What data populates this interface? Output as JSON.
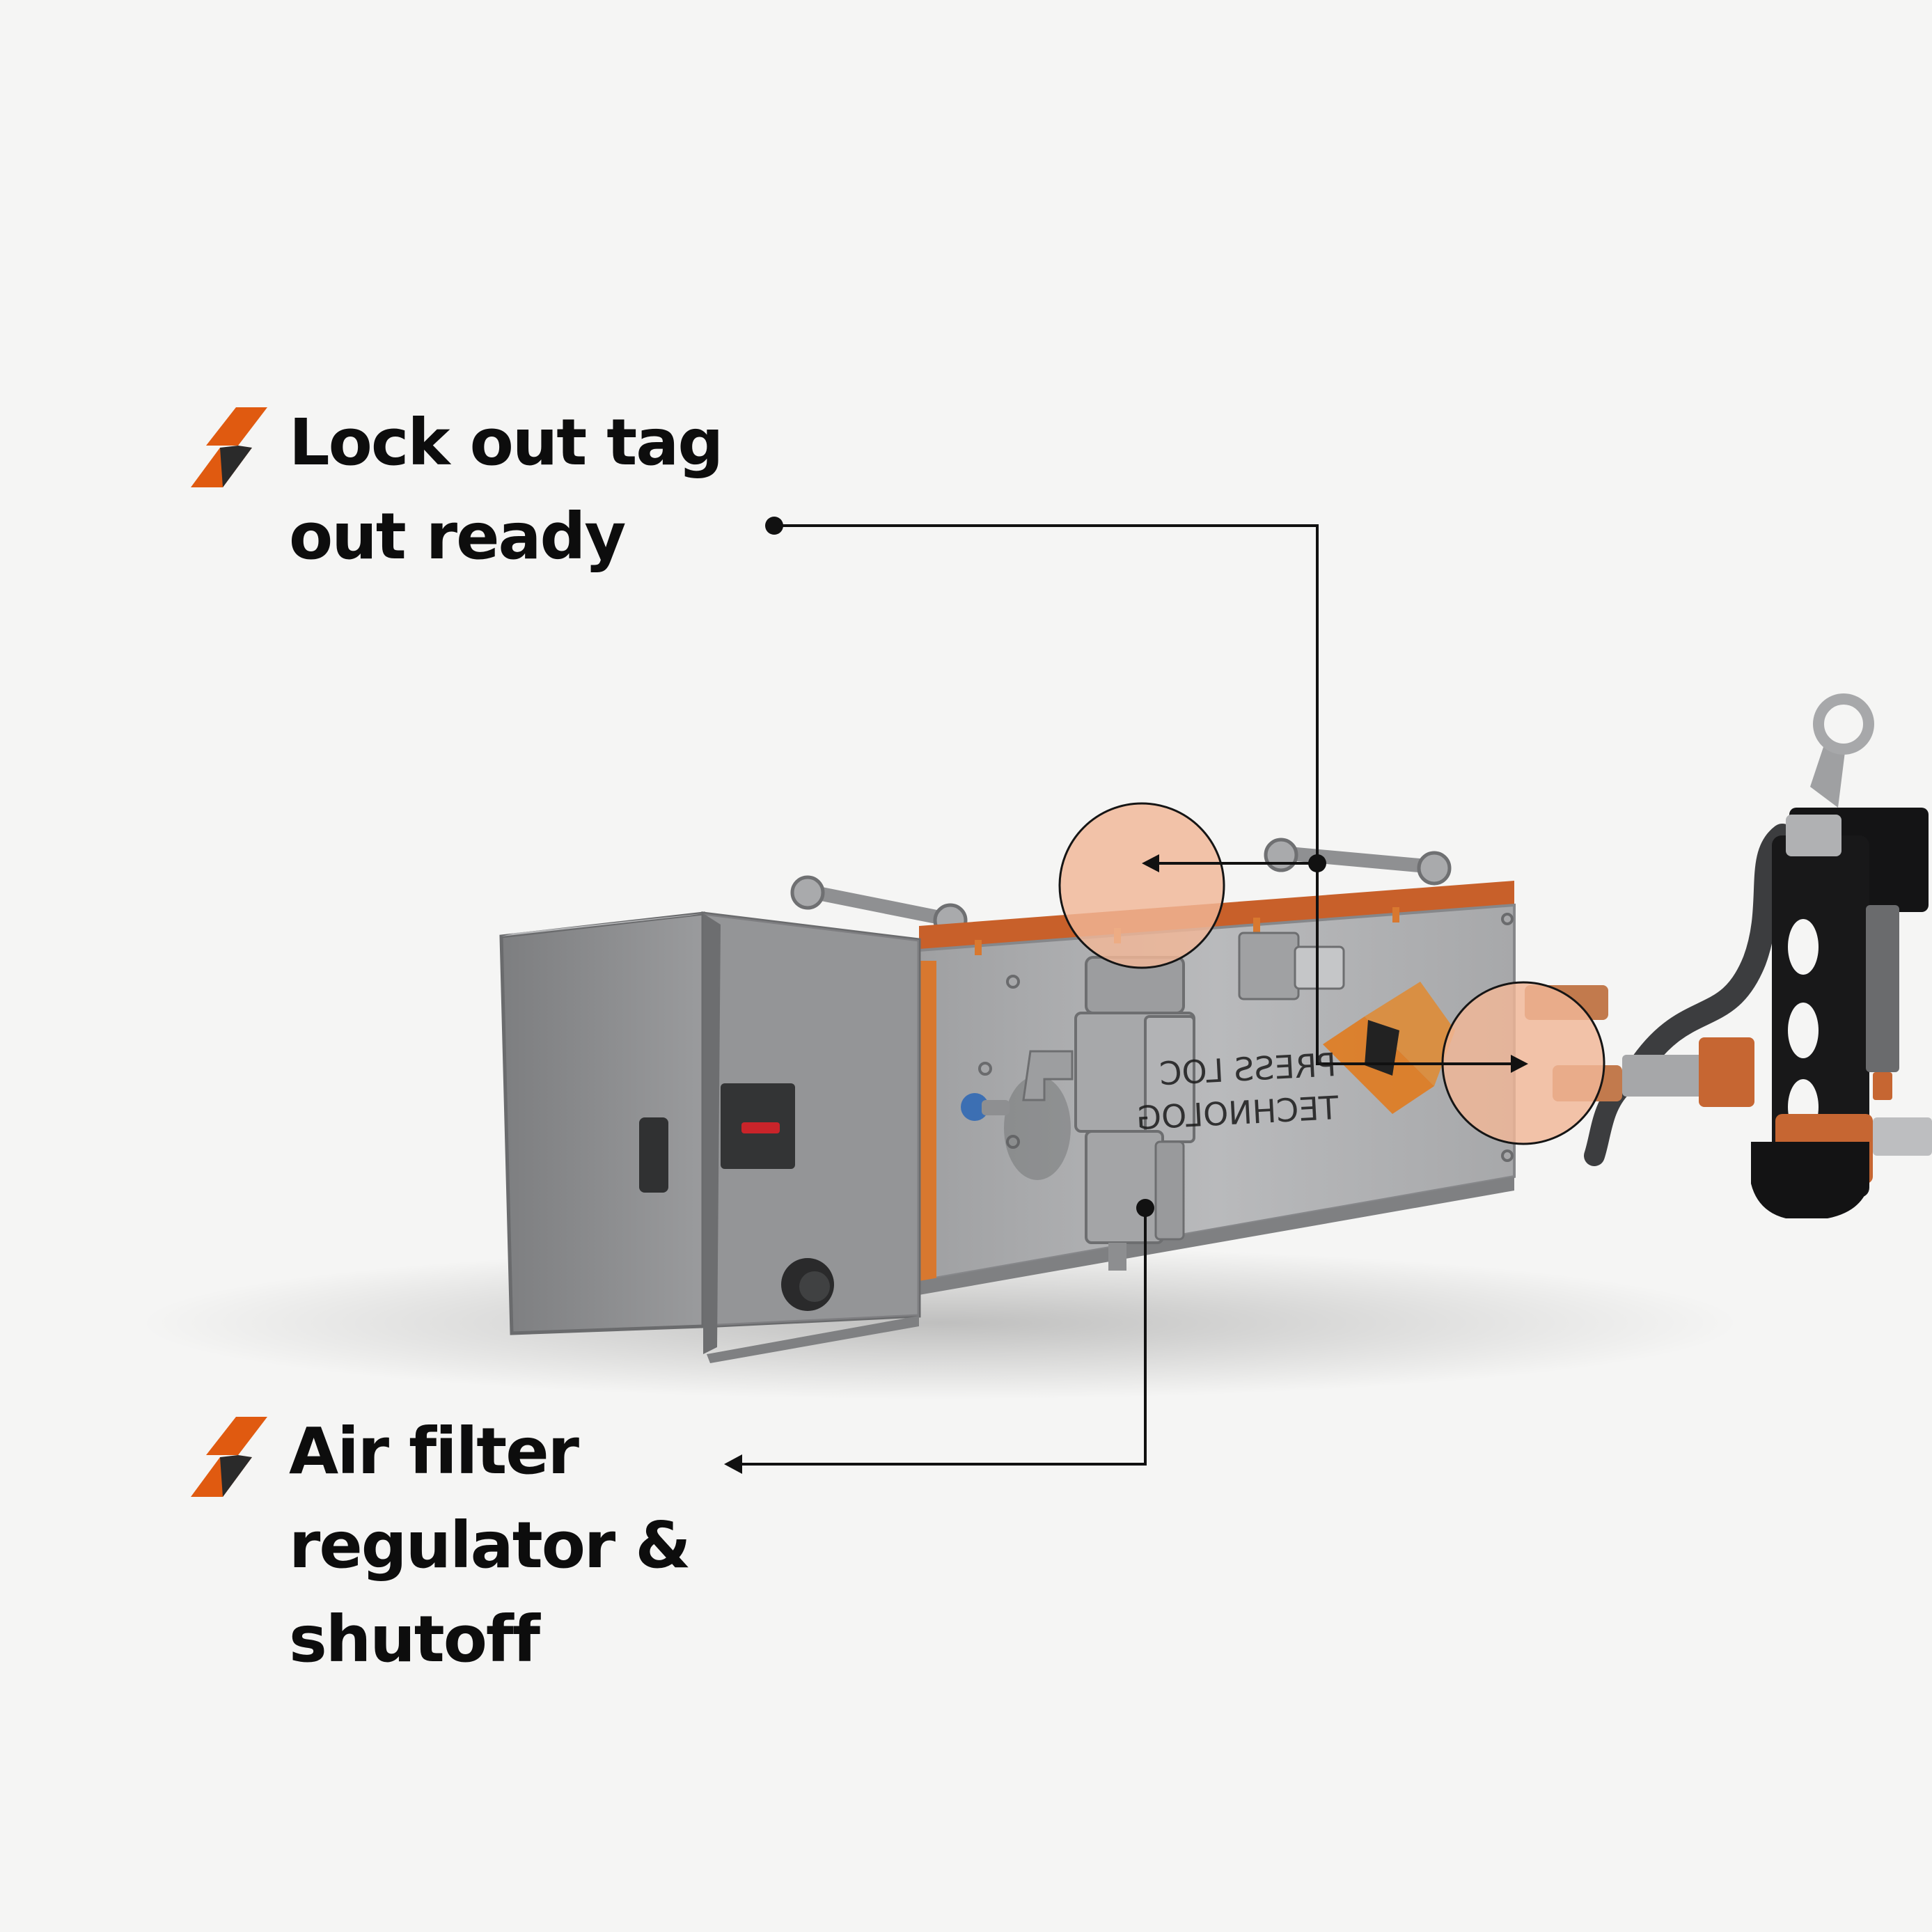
{
  "callouts": [
    {
      "id": "lockout",
      "lines": [
        "Lock out tag",
        "out ready"
      ],
      "icon": "brand-diamond-icon"
    },
    {
      "id": "airfilter",
      "lines": [
        "Air filter",
        "regulator &",
        "shutoff"
      ],
      "icon": "brand-diamond-icon"
    }
  ],
  "product_marking": {
    "line1": "PRESS LOC",
    "line2": "TECHNOLOG"
  },
  "colors": {
    "background": "#f5f5f4",
    "brand_orange": "#e05a10",
    "brand_dark": "#2a2a2a",
    "enclosure_gray": "#8e8f91",
    "housing_orange": "#c8602a",
    "highlight": "#f2b797",
    "text": "#0d0d0d"
  }
}
